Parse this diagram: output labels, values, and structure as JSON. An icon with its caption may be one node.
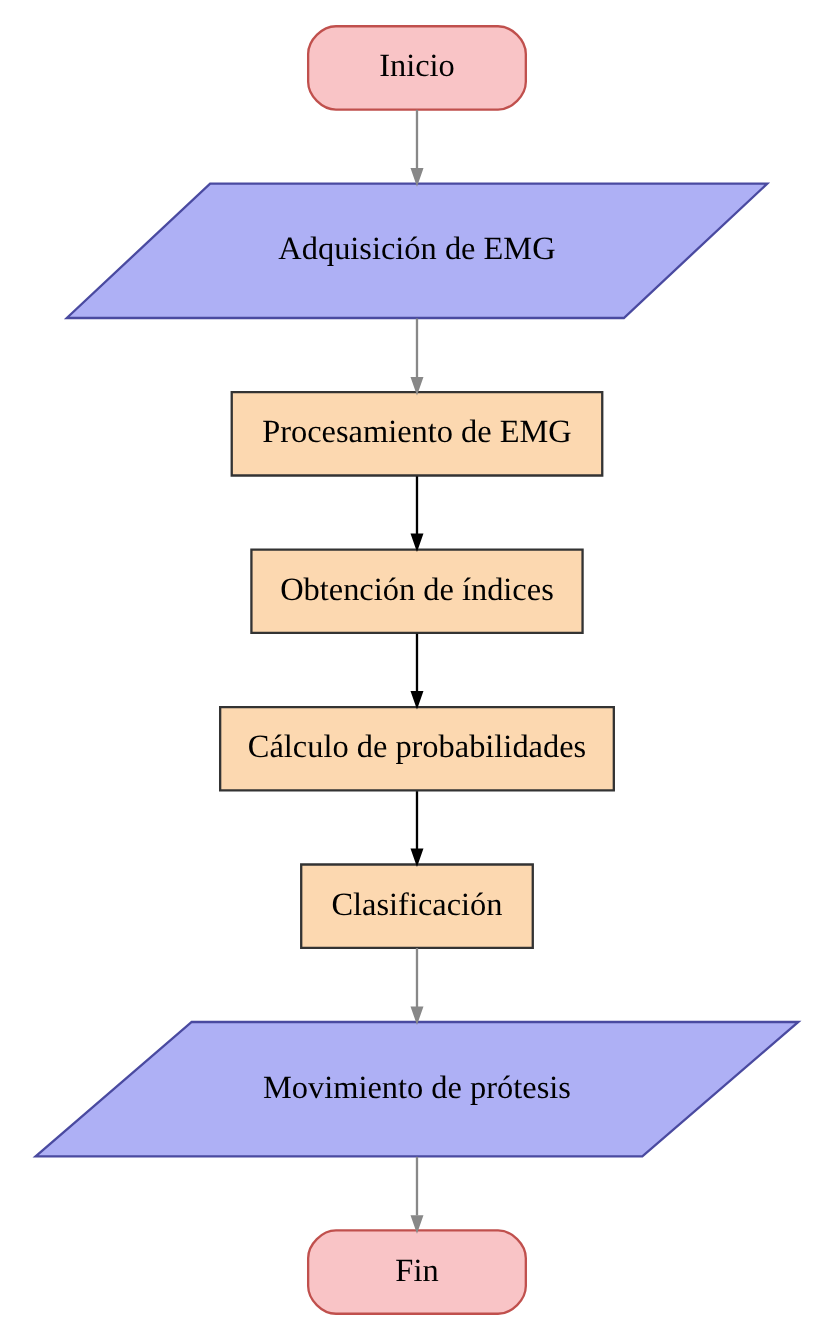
{
  "diagram": {
    "nodes": [
      {
        "text": [
          "Inicio"
        ]
      },
      {
        "text": [
          "Adquisición de EMG"
        ]
      },
      {
        "text": [
          "Procesamiento de EMG"
        ]
      },
      {
        "text": [
          "Obtención de índices"
        ]
      },
      {
        "text": [
          "Cálculo de probabilidades"
        ]
      },
      {
        "text": [
          "Clasificación"
        ]
      },
      {
        "text": [
          "Movimiento de prótesis"
        ]
      },
      {
        "text": [
          "Fin"
        ]
      }
    ],
    "edges": [
      {
        "from": 0,
        "to": 1,
        "arrow": "to"
      },
      {
        "from": 1,
        "to": 2,
        "arrow": "to"
      },
      {
        "from": 2,
        "to": 3,
        "arrow": "to",
        "color": "#000000"
      },
      {
        "from": 3,
        "to": 4,
        "arrow": "to",
        "color": "#000000"
      },
      {
        "from": 4,
        "to": 5,
        "arrow": "to",
        "color": "#000000"
      },
      {
        "from": 5,
        "to": 6,
        "arrow": "to"
      },
      {
        "from": 6,
        "to": 7,
        "arrow": "to"
      }
    ]
  }
}
